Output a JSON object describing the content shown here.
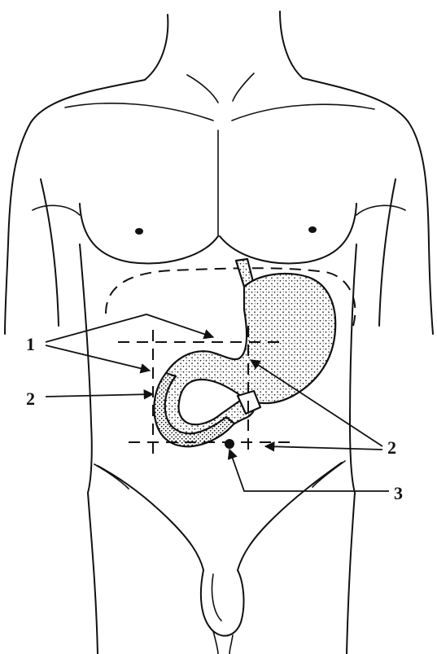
{
  "labels": {
    "one_left": "1",
    "two_left": "2",
    "two_right": "2",
    "three_right": "3"
  },
  "colors": {
    "ink": "#111111",
    "paper": "#ffffff"
  }
}
